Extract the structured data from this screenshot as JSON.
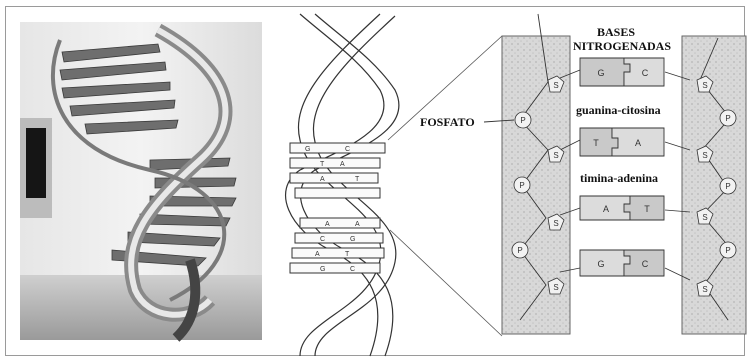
{
  "labels": {
    "bases_line1": "BASES",
    "bases_line2": "NITROGENADAS",
    "phosphate": "FOSFATO",
    "pair_gc": "guanina-citosina",
    "pair_ta": "timina-adenina"
  },
  "base_letters": {
    "guanine": "G",
    "cytosine": "C",
    "thymine": "T",
    "adenine": "A"
  },
  "nucleotide_symbols": {
    "phosphate": "P",
    "sugar": "S"
  },
  "base_pairs": [
    [
      "G",
      "C"
    ],
    [
      "T",
      "A"
    ],
    [
      "A",
      "T"
    ],
    [
      "G",
      "C"
    ]
  ],
  "colors": {
    "stripe_fill": "#d9d9d9",
    "base_fill": "#c9c9c9",
    "line": "#333333"
  }
}
